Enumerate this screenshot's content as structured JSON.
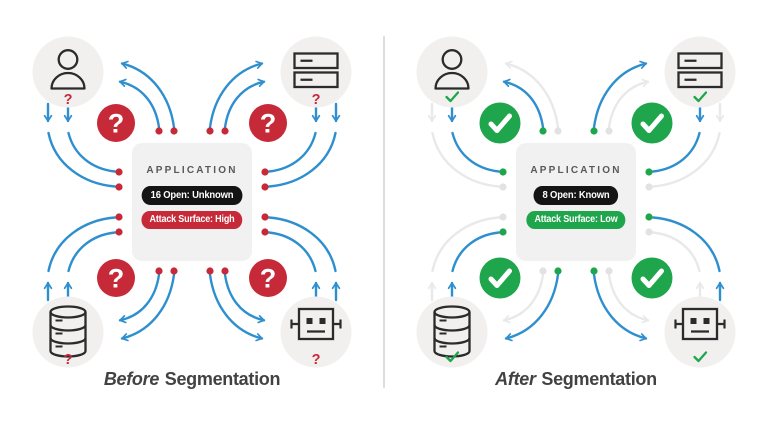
{
  "colors": {
    "blue": "#2E8FCE",
    "red": "#C62A39",
    "green": "#1FA64D",
    "arc_inactive": "#EAE9E9",
    "dot_inactive": "#E3E2E2",
    "icon": "#2B2B2B",
    "entity_bg": "#F1F0EF",
    "box_bg": "#F2F1F1",
    "pill_black": "#141414",
    "divider": "#DCDCDC",
    "caption_text": "#424242",
    "app_label_text": "#58595B"
  },
  "panels": [
    {
      "name": "before-segmentation",
      "caption": {
        "emphasis": "Before",
        "rest": " Segmentation"
      },
      "app": {
        "label": "APPLICATION",
        "ports_badge": "16 Open: Unknown",
        "surface_badge": "Attack Surface: High",
        "surface_color": "#C62A39"
      },
      "corner_badge": "question",
      "entities": [
        {
          "name": "user",
          "status": "unknown",
          "glyph": "?"
        },
        {
          "name": "server",
          "status": "unknown",
          "glyph": "?"
        },
        {
          "name": "database",
          "status": "unknown",
          "glyph": "?"
        },
        {
          "name": "robot",
          "status": "unknown",
          "glyph": "?"
        }
      ],
      "ports": {
        "top": [
          "unknown",
          "unknown",
          "unknown",
          "unknown"
        ],
        "left": [
          "unknown",
          "unknown",
          "unknown",
          "unknown"
        ],
        "right": [
          "unknown",
          "unknown",
          "unknown",
          "unknown"
        ],
        "bottom": [
          "unknown",
          "unknown",
          "unknown",
          "unknown"
        ]
      }
    },
    {
      "name": "after-segmentation",
      "caption": {
        "emphasis": "After",
        "rest": " Segmentation"
      },
      "app": {
        "label": "APPLICATION",
        "ports_badge": "8 Open: Known",
        "surface_badge": "Attack Surface: Low",
        "surface_color": "#1FA64D"
      },
      "corner_badge": "check",
      "entities": [
        {
          "name": "user",
          "status": "verified",
          "glyph": "check"
        },
        {
          "name": "server",
          "status": "verified",
          "glyph": "check"
        },
        {
          "name": "database",
          "status": "verified",
          "glyph": "check"
        },
        {
          "name": "robot",
          "status": "verified",
          "glyph": "check"
        }
      ],
      "ports": {
        "top": [
          "open",
          "closed",
          "open",
          "closed"
        ],
        "left": [
          "open",
          "closed",
          "closed",
          "open"
        ],
        "right": [
          "open",
          "closed",
          "open",
          "closed"
        ],
        "bottom": [
          "closed",
          "open",
          "open",
          "closed"
        ]
      }
    }
  ]
}
